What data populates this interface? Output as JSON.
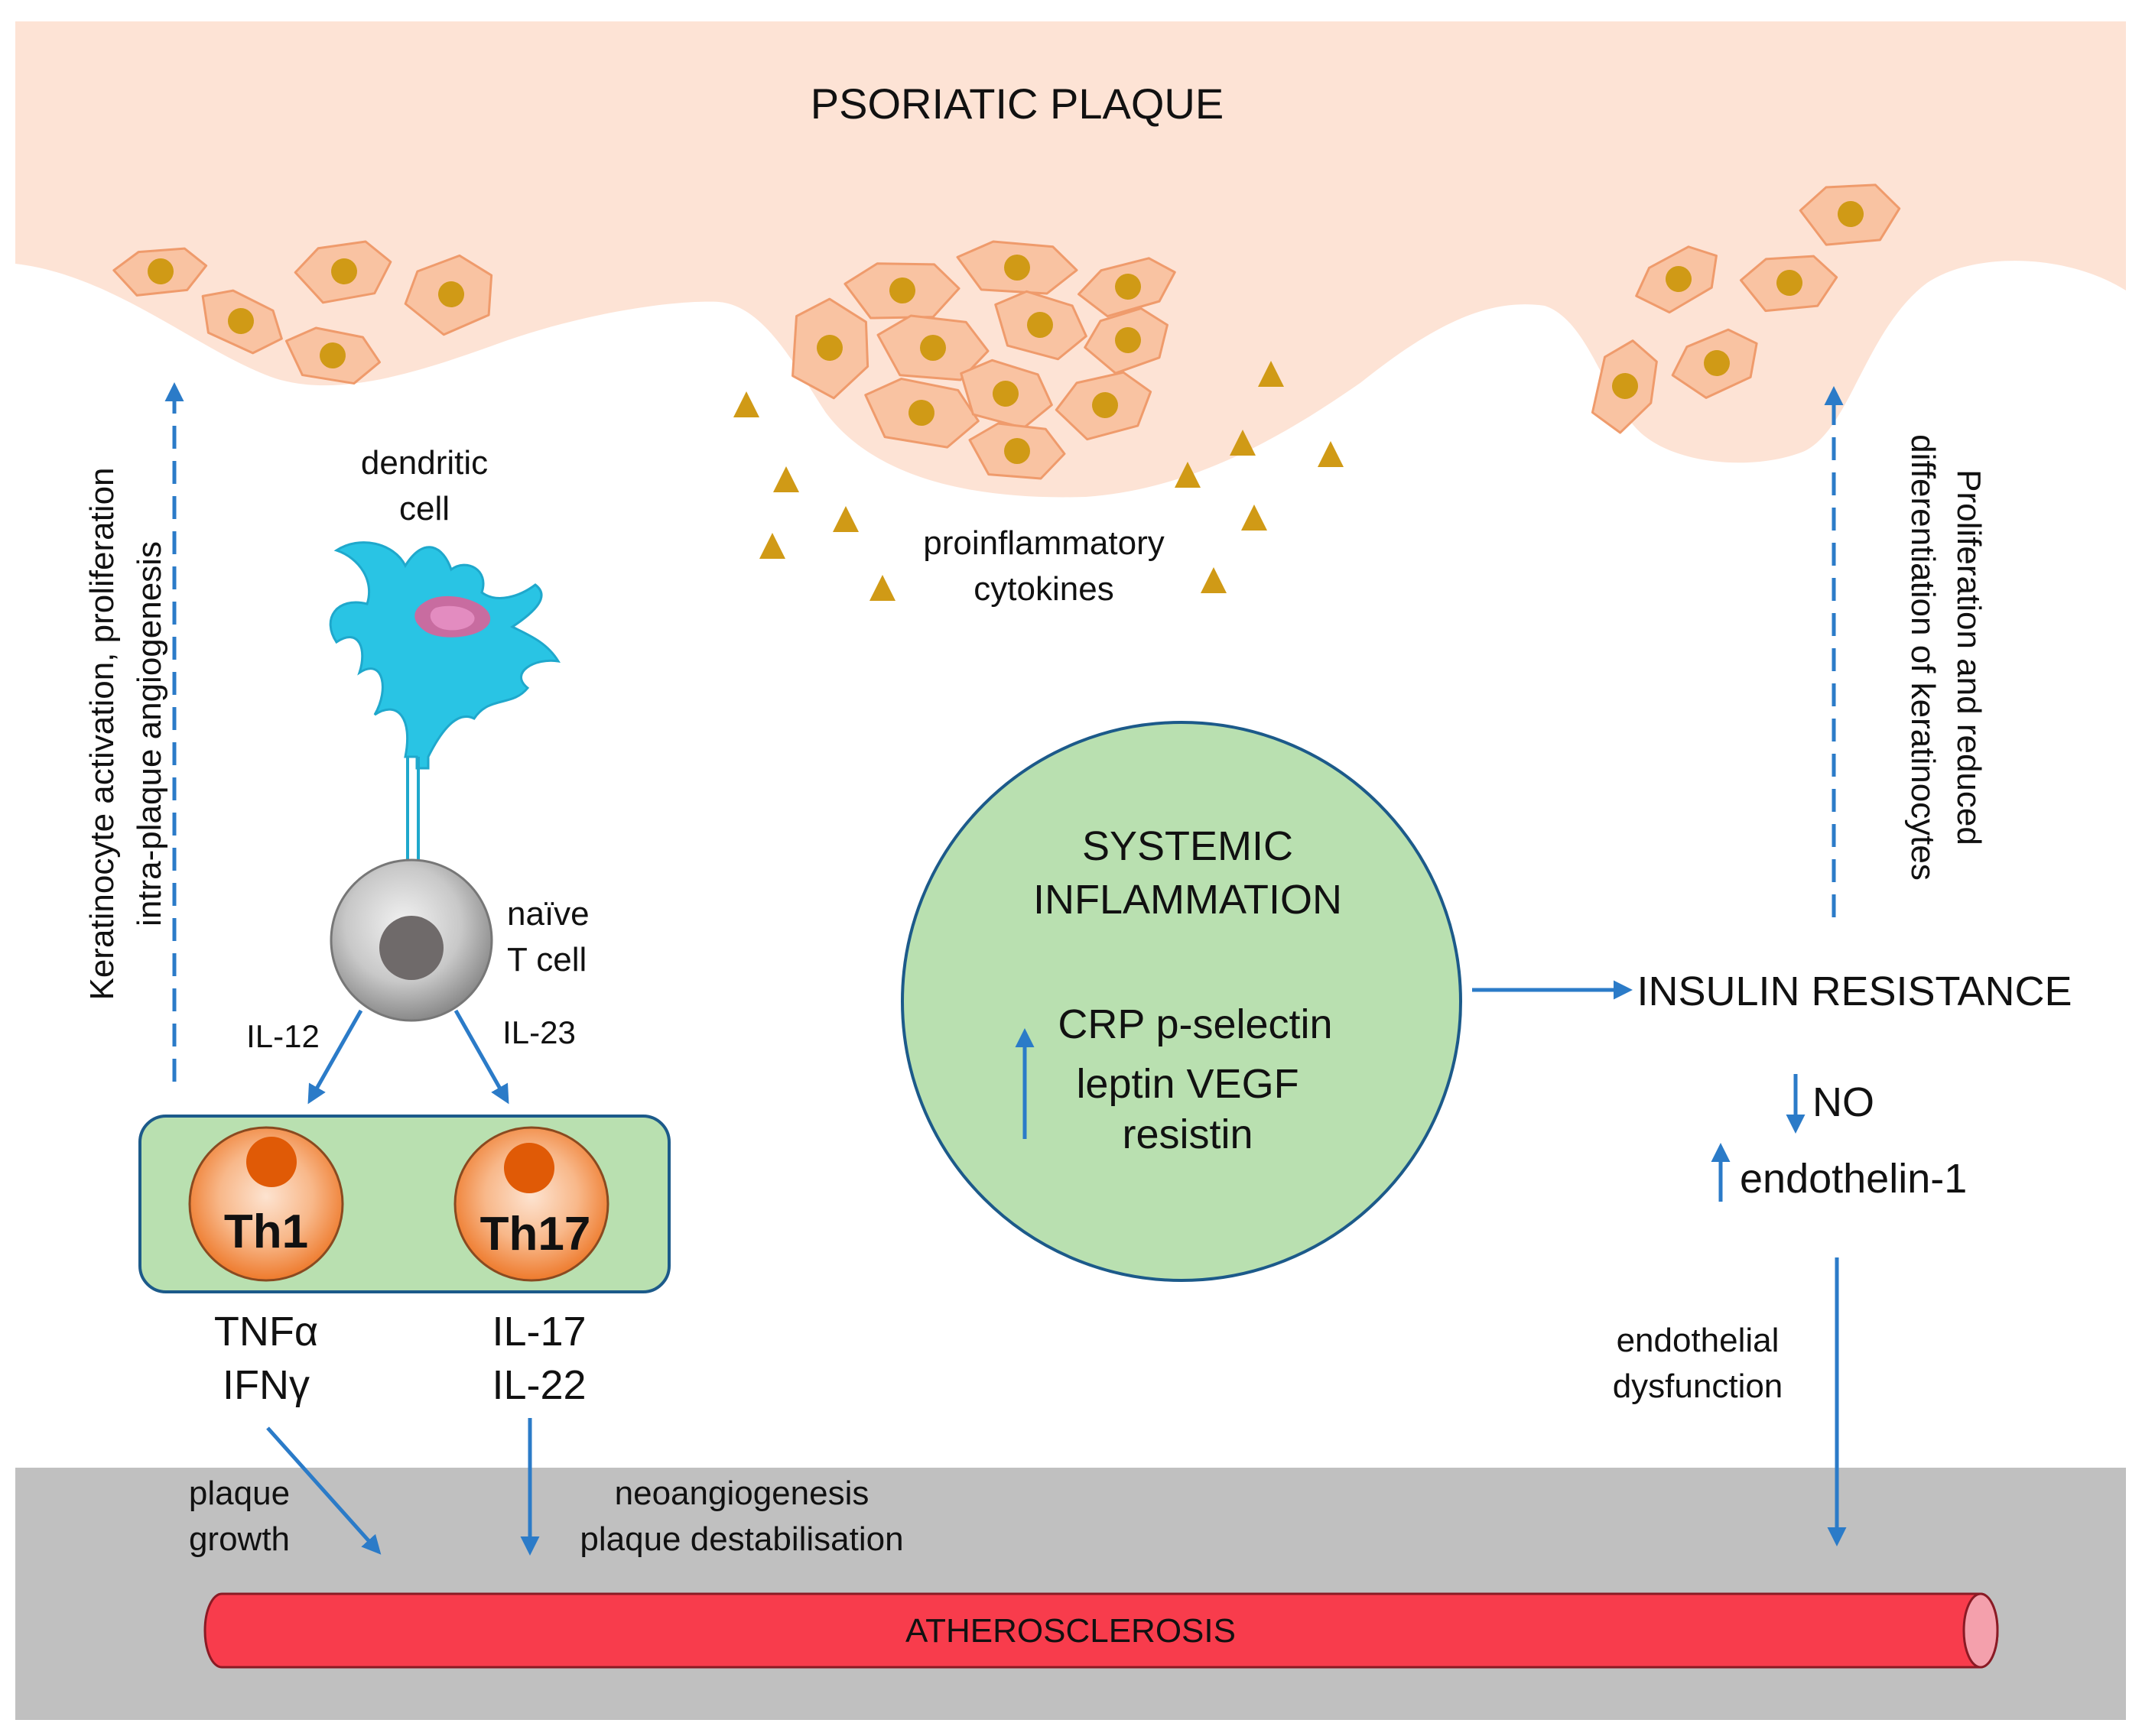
{
  "plaque": {
    "title": "PSORIATIC PLAQUE"
  },
  "left_arrow": {
    "line1": "Keratinocyte activation, proliferation",
    "line2": "intra-plaque angiogenesis"
  },
  "right_arrow": {
    "line1": "Proliferation and  reduced",
    "line2": "differentiation of keratinocytes"
  },
  "dendritic": {
    "line1": "dendritic",
    "line2": "cell"
  },
  "naive": {
    "line1": "naïve",
    "line2": "T cell"
  },
  "il12": "IL-12",
  "il23": "IL-23",
  "th1": {
    "label": "Th1",
    "cyt1": "TNFα",
    "cyt2": "IFNγ"
  },
  "th17": {
    "label": "Th17",
    "cyt1": "IL-17",
    "cyt2": "IL-22"
  },
  "cytokines": {
    "line1": "proinflammatory",
    "line2": "cytokines"
  },
  "systemic": {
    "title1": "SYSTEMIC",
    "title2": "INFLAMMATION",
    "row1": "CRP  p-selectin",
    "row2": "leptin  VEGF",
    "row3": "resistin"
  },
  "insulin": "INSULIN RESISTANCE",
  "no": "NO",
  "endothelin": "endothelin-1",
  "endothelial": {
    "line1": "endothelial",
    "line2": "dysfunction"
  },
  "plaque_growth": {
    "line1": "plaque",
    "line2": "growth"
  },
  "neo": {
    "line1": "neoangiogenesis",
    "line2": "plaque destabilisation"
  },
  "atherosclerosis": "ATHEROSCLEROSIS",
  "colors": {
    "skin": "#fde3d5",
    "keratinocyte": "#f9c3a2",
    "nucleus": "#d09a16",
    "arrow": "#2b7bc8",
    "vessel": "#f83c4c",
    "gray_band": "#c0c0c0",
    "green": "#b9e0b0",
    "circle_border": "#1c5a8a",
    "dendritic": "#29c4e4",
    "t_cell_orange": "#ee7a2c",
    "t_cell_nucleus": "#e05a06"
  }
}
